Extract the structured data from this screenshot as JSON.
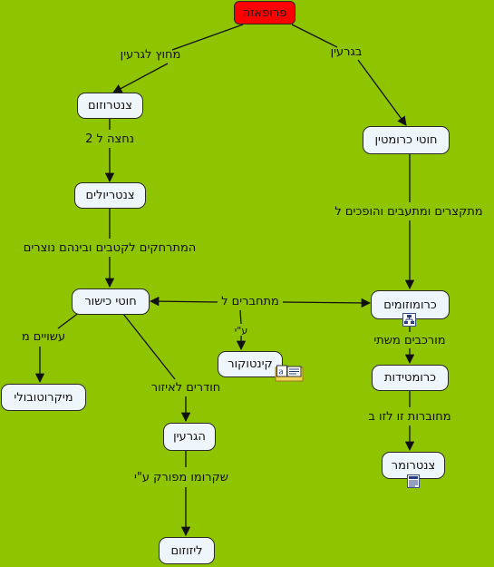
{
  "nodes": {
    "prophase": "פרופאזה",
    "centrosome": "צנטרוזום",
    "centrioles": "צנטריולים",
    "spindle_fibers": "חוטי כישור",
    "microtubules": "מיקרוטובולי",
    "kinetochore": "קינטוקור",
    "nucleolus": "הגרעין",
    "lysosomes": "ליזוזום",
    "chromatin_fibers": "חוטי כרומטין",
    "chromosomes": "כרומוזומים",
    "chromatids": "כרומטידות",
    "centromere": "צנטרומר"
  },
  "links": {
    "outside_nucleus": "מחוץ לגרעין",
    "in_nucleus": "בגרעין",
    "splits_into_2": "נחצה ל 2",
    "drift_apart": "המתרחקים לקטבים ובינהם נוצרים",
    "made_of": "עשויים מ",
    "connect_to": "מתחברים ל",
    "via": "ע\"י",
    "penetrate_area": "חודרים לאיזור",
    "membrane_broken_by": "שקרומו מפורק ע\"י",
    "shorten_thicken": "מתקצרים ומתעבים והופכים ל",
    "composed_of_two": "מורכבים משתי",
    "attached_at": "מחוברות זו לזו ב"
  },
  "colors": {
    "background": "#8fc400",
    "node_fill": "#eef6fb",
    "root_fill": "#ff0000",
    "line": "#111111"
  },
  "icons": {
    "chromosomes": "hierarchy-icon",
    "kinetochore": "image-document-icon",
    "centromere": "document-icon"
  }
}
